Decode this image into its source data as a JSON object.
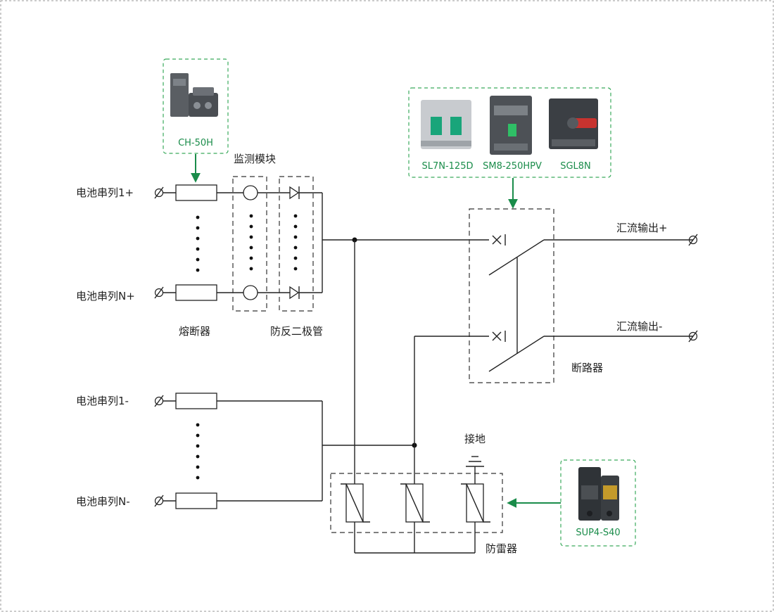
{
  "labels": {
    "string_1_pos": "电池串列1+",
    "string_n_pos": "电池串列N+",
    "string_1_neg": "电池串列1-",
    "string_n_neg": "电池串列N-",
    "fuse": "熔断器",
    "monitor": "监测模块",
    "diode": "防反二极管",
    "breaker": "断路器",
    "out_pos": "汇流输出+",
    "out_neg": "汇流输出-",
    "ground": "接地",
    "spd": "防雷器"
  },
  "products": {
    "fuse_holder": "CH-50H",
    "breaker_1": "SL7N-125D",
    "breaker_2": "SM8-250HPV",
    "breaker_3": "SGL8N",
    "spd": "SUP4-S40"
  },
  "colors": {
    "accent_green": "#1a8c4a",
    "wire": "#222222"
  }
}
